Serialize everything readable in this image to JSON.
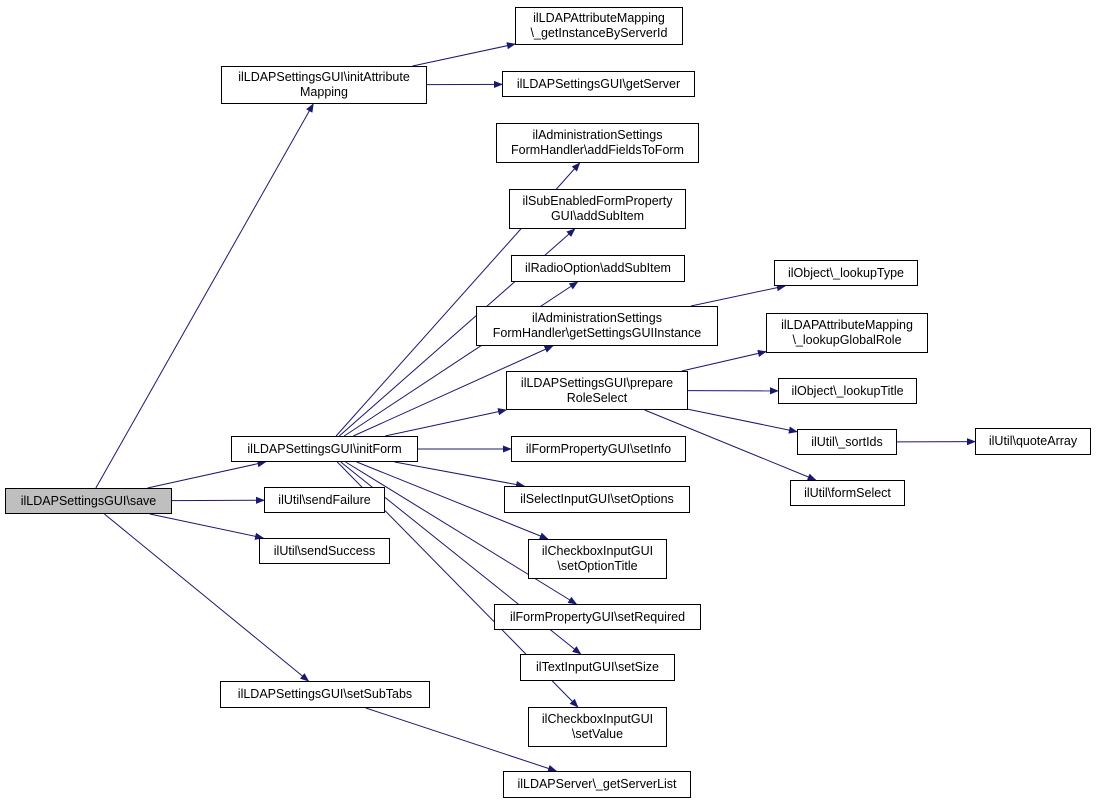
{
  "colors": {
    "edge": "#191970",
    "root_fill": "#bfbfbf",
    "node_fill": "#ffffff",
    "border": "#000000"
  },
  "nodes": {
    "save": "ilLDAPSettingsGUI\\save",
    "initAttributeMapping": "ilLDAPSettingsGUI\\initAttribute\nMapping",
    "getInstanceByServerId": "ilLDAPAttributeMapping\n\\_getInstanceByServerId",
    "getServer": "ilLDAPSettingsGUI\\getServer",
    "addFieldsToForm": "ilAdministrationSettings\nFormHandler\\addFieldsToForm",
    "subEnabledAddSubItem": "ilSubEnabledFormProperty\nGUI\\addSubItem",
    "radioAddSubItem": "ilRadioOption\\addSubItem",
    "getSettingsGUIInstance": "ilAdministrationSettings\nFormHandler\\getSettingsGUIInstance",
    "lookupType": "ilObject\\_lookupType",
    "lookupGlobalRole": "ilLDAPAttributeMapping\n\\_lookupGlobalRole",
    "prepareRoleSelect": "ilLDAPSettingsGUI\\prepare\nRoleSelect",
    "lookupTitle": "ilObject\\_lookupTitle",
    "sortIds": "ilUtil\\_sortIds",
    "quoteArray": "ilUtil\\quoteArray",
    "initForm": "ilLDAPSettingsGUI\\initForm",
    "setInfo": "ilFormPropertyGUI\\setInfo",
    "formSelect": "ilUtil\\formSelect",
    "setOptions": "ilSelectInputGUI\\setOptions",
    "sendFailure": "ilUtil\\sendFailure",
    "setOptionTitle": "ilCheckboxInputGUI\n\\setOptionTitle",
    "sendSuccess": "ilUtil\\sendSuccess",
    "setRequired": "ilFormPropertyGUI\\setRequired",
    "setSize": "ilTextInputGUI\\setSize",
    "setSubTabs": "ilLDAPSettingsGUI\\setSubTabs",
    "setValue": "ilCheckboxInputGUI\n\\setValue",
    "getServerList": "ilLDAPServer\\_getServerList"
  },
  "edges": [
    [
      "save",
      "initAttributeMapping"
    ],
    [
      "save",
      "initForm"
    ],
    [
      "save",
      "sendFailure"
    ],
    [
      "save",
      "sendSuccess"
    ],
    [
      "save",
      "setSubTabs"
    ],
    [
      "initAttributeMapping",
      "getInstanceByServerId"
    ],
    [
      "initAttributeMapping",
      "getServer"
    ],
    [
      "initForm",
      "addFieldsToForm"
    ],
    [
      "initForm",
      "subEnabledAddSubItem"
    ],
    [
      "initForm",
      "radioAddSubItem"
    ],
    [
      "initForm",
      "getSettingsGUIInstance"
    ],
    [
      "initForm",
      "prepareRoleSelect"
    ],
    [
      "initForm",
      "setInfo"
    ],
    [
      "initForm",
      "setOptions"
    ],
    [
      "initForm",
      "setOptionTitle"
    ],
    [
      "initForm",
      "setRequired"
    ],
    [
      "initForm",
      "setSize"
    ],
    [
      "initForm",
      "setValue"
    ],
    [
      "getSettingsGUIInstance",
      "lookupType"
    ],
    [
      "prepareRoleSelect",
      "lookupGlobalRole"
    ],
    [
      "prepareRoleSelect",
      "lookupTitle"
    ],
    [
      "prepareRoleSelect",
      "sortIds"
    ],
    [
      "prepareRoleSelect",
      "formSelect"
    ],
    [
      "sortIds",
      "quoteArray"
    ],
    [
      "setSubTabs",
      "getServerList"
    ]
  ]
}
